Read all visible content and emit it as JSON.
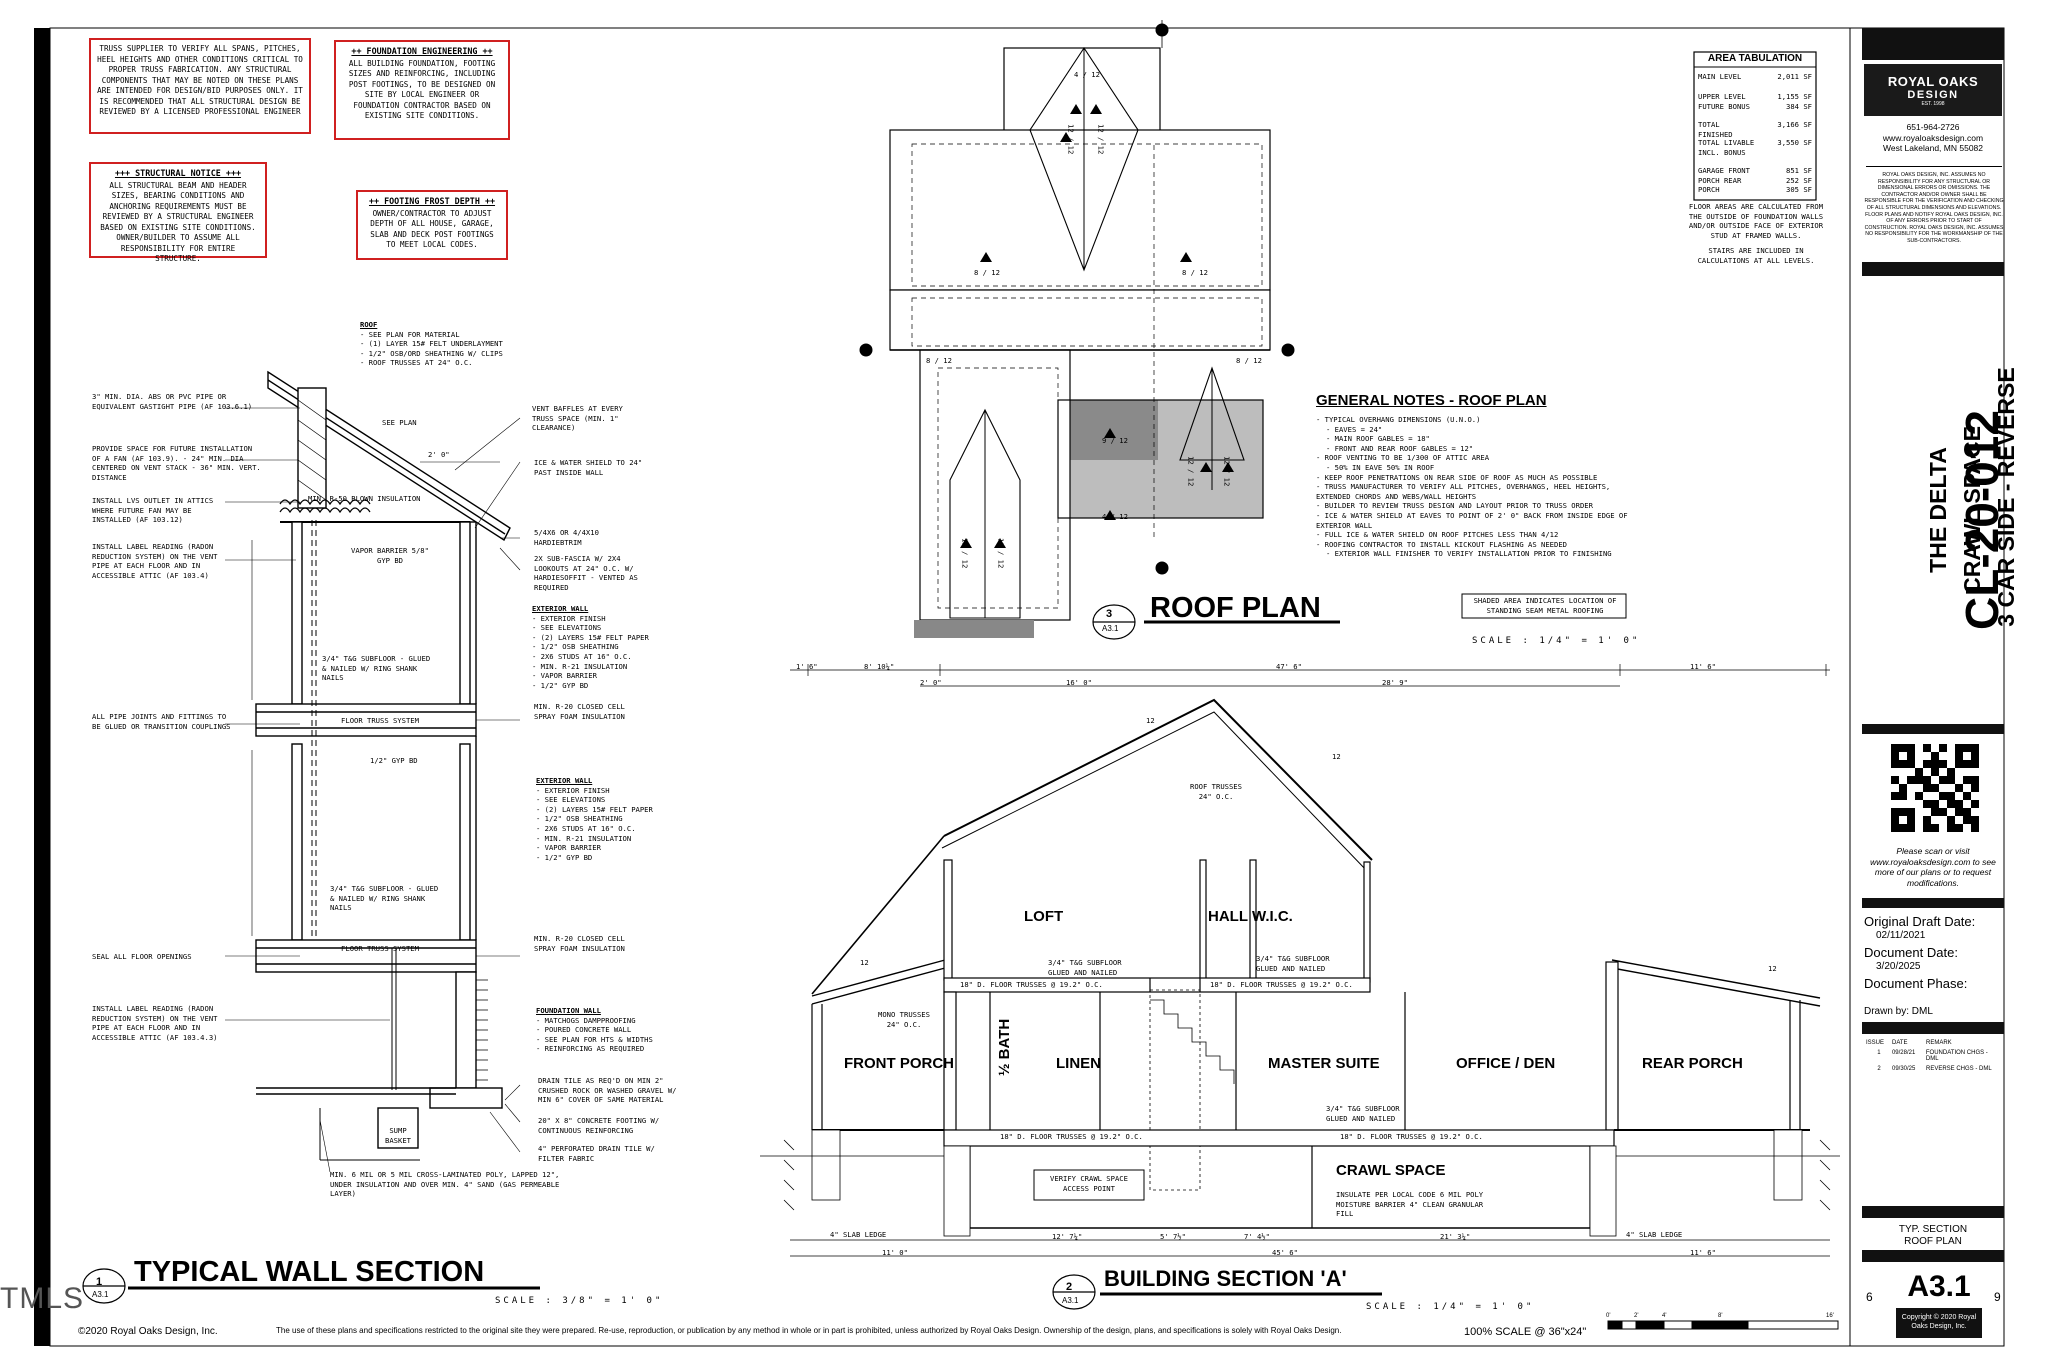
{
  "watermark": "TMLS",
  "notes": {
    "truss": "TRUSS SUPPLIER TO VERIFY ALL SPANS, PITCHES, HEEL HEIGHTS AND OTHER CONDITIONS CRITICAL TO PROPER TRUSS FABRICATION. ANY STRUCTURAL COMPONENTS THAT MAY BE NOTED ON THESE PLANS ARE INTENDED FOR DESIGN/BID PURPOSES ONLY. IT IS RECOMMENDED THAT ALL STRUCTURAL DESIGN BE REVIEWED BY A LICENSED PROFESSIONAL ENGINEER",
    "foundation_title": "++ FOUNDATION ENGINEERING ++",
    "foundation_body": "ALL BUILDING FOUNDATION, FOOTING SIZES AND REINFORCING, INCLUDING POST FOOTINGS, TO BE DESIGNED ON SITE BY LOCAL ENGINEER OR FOUNDATION CONTRACTOR BASED ON EXISTING SITE CONDITIONS.",
    "structural_title": "+++ STRUCTURAL NOTICE +++",
    "structural_body": "ALL STRUCTURAL BEAM AND HEADER SIZES, BEARING CONDITIONS AND ANCHORING REQUIREMENTS MUST BE REVIEWED BY A STRUCTURAL ENGINEER BASED ON EXISTING SITE CONDITIONS. OWNER/BUILDER TO ASSUME ALL RESPONSIBILITY FOR ENTIRE STRUCTURE.",
    "frost_title": "++ FOOTING FROST DEPTH ++",
    "frost_body": "OWNER/CONTRACTOR TO ADJUST DEPTH OF ALL HOUSE, GARAGE, SLAB AND DECK POST FOOTINGS TO MEET LOCAL CODES."
  },
  "wall_section": {
    "title": "TYPICAL WALL SECTION",
    "scale": "SCALE : 3/8\" = 1' 0\"",
    "detail_num": "1",
    "sheet_ref": "A3.1",
    "roof_title": "ROOF",
    "roof_items": [
      "- SEE PLAN FOR MATERIAL",
      "- (1) LAYER 15# FELT UNDERLAYMENT",
      "- 1/2\" OSB/ORD SHEATHING W/ CLIPS",
      "- ROOF TRUSSES AT 24\" O.C."
    ],
    "ext_wall_title": "EXTERIOR WALL",
    "ext_wall_items": [
      "- EXTERIOR FINISH",
      "- SEE ELEVATIONS",
      "- (2) LAYERS 15# FELT PAPER",
      "- 1/2\" OSB SHEATHING",
      "- 2X6 STUDS AT 16\" O.C.",
      "- MIN. R-21 INSULATION",
      "- VAPOR BARRIER",
      "- 1/2\" GYP BD"
    ],
    "foundation_wall_title": "FOUNDATION WALL",
    "foundation_wall_items": [
      "- MATCHOGS DAMPPROOFING",
      "- POURED CONCRETE WALL",
      "- SEE PLAN FOR HTS & WIDTHS",
      "- REINFORCING AS REQUIRED"
    ],
    "left_notes": [
      "3\" MIN. DIA. ABS OR PVC PIPE OR EQUIVALENT GASTIGHT PIPE (AF 103.6.1)",
      "PROVIDE SPACE FOR FUTURE INSTALLATION OF A FAN (AF 103.9). - 24\" MIN. DIA CENTERED ON VENT STACK - 36\" MIN. VERT. DISTANCE",
      "INSTALL LVS OUTLET IN ATTICS WHERE FUTURE FAN MAY BE INSTALLED (AF 103.12)",
      "INSTALL LABEL READING (RADON REDUCTION SYSTEM) ON THE VENT PIPE AT EACH FLOOR AND IN ACCESSIBLE ATTIC (AF 103.4)",
      "ALL PIPE JOINTS AND FITTINGS TO BE GLUED OR TRANSITION COUPLINGS",
      "SEAL ALL FLOOR OPENINGS",
      "INSTALL LABEL READING (RADON REDUCTION SYSTEM) ON THE VENT PIPE AT EACH FLOOR AND IN ACCESSIBLE ATTIC (AF 103.4.3)"
    ],
    "right_notes": [
      "VENT BAFFLES AT EVERY TRUSS SPACE (MIN. 1\" CLEARANCE)",
      "ICE & WATER SHIELD TO 24\" PAST INSIDE WALL",
      "5/4X6 OR 4/4X10 HARDIEBTRIM",
      "2X SUB-FASCIA W/ 2X4 LOOKOUTS AT 24\" O.C. W/ HARDIESOFFIT - VENTED AS REQUIRED",
      "MIN. R-20 CLOSED CELL SPRAY FOAM INSULATION",
      "MIN. R-20 CLOSED CELL SPRAY FOAM INSULATION",
      "DRAIN TILE AS REQ'D ON MIN 2\" CRUSHED ROCK OR WASHED GRAVEL W/ MIN 6\" COVER OF SAME MATERIAL",
      "20\" X 8\" CONCRETE FOOTING W/ CONTINUOUS REINFORCING",
      "4\" PERFORATED DRAIN TILE W/ FILTER FABRIC"
    ],
    "inner_labels": {
      "blown": "MIN. R-50 BLOWN INSULATION",
      "vapor": "VAPOR BARRIER 5/8\" GYP BD",
      "subfloor1": "3/4\" T&G SUBFLOOR - GLUED & NAILED W/ RING SHANK NAILS",
      "floor_truss": "FLOOR TRUSS SYSTEM",
      "gyp": "1/2\" GYP BD",
      "subfloor2": "3/4\" T&G SUBFLOOR - GLUED & NAILED W/ RING SHANK NAILS",
      "floor_truss2": "FLOOR TRUSS SYSTEM",
      "sump": "SUMP BASKET",
      "poly": "MIN. 6 MIL OR 5 MIL CROSS-LAMINATED POLY, LAPPED 12\", UNDER INSULATION AND OVER MIN. 4\" SAND (GAS PERMEABLE LAYER)",
      "dim_2": "2' 0\"",
      "see_plan": "SEE PLAN"
    }
  },
  "roof_plan": {
    "title": "ROOF PLAN",
    "detail_num": "3",
    "sheet_ref": "A3.1",
    "scale": "SCALE : 1/4\" = 1' 0\"",
    "pitches": [
      "4 / 12",
      "12 / 12",
      "12 / 12",
      "8 / 12",
      "8 / 12",
      "8 / 12",
      "8 / 12",
      "9 / 12",
      "4 / 12",
      "12 / 12",
      "12 / 12",
      "12 / 12",
      "12 / 12"
    ],
    "shaded_note": "SHADED AREA INDICATES LOCATION OF STANDING SEAM METAL ROOFING",
    "general_title": "GENERAL NOTES - ROOF PLAN",
    "general_items": [
      "- TYPICAL OVERHANG DIMENSIONS (U.N.O.)",
      "- EAVES = 24\"",
      "- MAIN ROOF GABLES = 18\"",
      "- FRONT AND REAR ROOF GABLES = 12\"",
      "- ROOF VENTING TO BE 1/300 OF ATTIC AREA",
      "- 50% IN EAVE 50% IN ROOF",
      "- KEEP ROOF PENETRATIONS ON REAR SIDE OF ROOF AS MUCH AS POSSIBLE",
      "- TRUSS MANUFACTURER TO VERIFY ALL PITCHES, OVERHANGS, HEEL HEIGHTS, EXTENDED CHORDS AND WEBS/WALL HEIGHTS",
      "- BUILDER TO REVIEW TRUSS DESIGN AND LAYOUT PRIOR TO TRUSS ORDER",
      "- ICE & WATER SHIELD AT EAVES TO POINT OF 2' 0\" BACK FROM INSIDE EDGE OF EXTERIOR WALL",
      "- FULL ICE & WATER SHIELD ON ROOF PITCHES LESS THAN 4/12",
      "- ROOFING CONTRACTOR TO INSTALL KICKOUT FLASHING AS NEEDED",
      "- EXTERIOR WALL FINISHER TO VERIFY INSTALLATION PRIOR TO FINISHING"
    ]
  },
  "area_tab": {
    "title": "AREA TABULATION",
    "rows": [
      {
        "label": "MAIN LEVEL",
        "value": "2,011 SF"
      },
      {
        "label": "UPPER LEVEL FUTURE BONUS",
        "value": "1,155 SF 384 SF"
      },
      {
        "label": "TOTAL FINISHED",
        "value": "3,166 SF"
      },
      {
        "label": "TOTAL LIVABLE INCL. BONUS",
        "value": "3,550 SF"
      },
      {
        "label": "GARAGE FRONT PORCH REAR PORCH",
        "value": "851 SF 252 SF 305 SF"
      }
    ],
    "note1": "FLOOR AREAS ARE CALCULATED FROM THE OUTSIDE OF FOUNDATION WALLS AND/OR OUTSIDE FACE OF EXTERIOR STUD AT FRAMED WALLS.",
    "note2": "STAIRS ARE INCLUDED IN CALCULATIONS AT ALL LEVELS."
  },
  "building_section": {
    "title": "BUILDING SECTION  'A'",
    "detail_num": "2",
    "sheet_ref": "A3.1",
    "scale": "SCALE : 1/4\" = 1' 0\"",
    "rooms": {
      "loft": "LOFT",
      "hall": "HALL",
      "wic": "W.I.C.",
      "front_porch": "FRONT PORCH",
      "bath": "½ BATH",
      "linen": "LINEN",
      "master": "MASTER SUITE",
      "office": "OFFICE / DEN",
      "rear_porch": "REAR PORCH",
      "crawl": "CRAWL SPACE"
    },
    "top_dims": [
      "1' 6\"",
      "8' 10¼\"",
      "47' 6\"",
      "11' 6\"",
      "2' 0\"",
      "16' 0\"",
      "28' 9\""
    ],
    "bottom_dims": [
      "11' 0\"",
      "12' 7¼\"",
      "5' 7½\"",
      "7' 4½\"",
      "21' 3¼\"",
      "45' 6\"",
      "11' 6\""
    ],
    "labels": {
      "roof_trusses": "ROOF TRUSSES 24\" O.C.",
      "mono_trusses": "MONO TRUSSES 24\" O.C.",
      "floor_trusses": "18\" D. FLOOR TRUSSES @ 19.2\" O.C.",
      "subfloor": "3/4\" T&G SUBFLOOR GLUED AND NAILED",
      "crawl_access": "VERIFY CRAWL SPACE ACCESS POINT",
      "crawl_note": "INSULATE PER LOCAL CODE 6 MIL POLY MOISTURE BARRIER 4\" CLEAN GRANULAR FILL",
      "slab_ledge": "4\" SLAB LEDGE",
      "pitch12": "12"
    }
  },
  "title_block": {
    "company": "ROYAL OAKS",
    "company2": "DESIGN",
    "est": "EST. 1998",
    "phone": "651-964-2726",
    "web": "www.royaloaksdesign.com",
    "city": "West Lakeland, MN 55082",
    "disclaimer": "ROYAL OAKS DESIGN, INC. ASSUMES NO RESPONSIBILITY FOR ANY STRUCTURAL OR DIMENSIONAL ERRORS OR OMISSIONS. THE CONTRACTOR AND/OR OWNER SHALL BE RESPONSIBLE FOR THE VERIFICATION AND CHECKING OF ALL STRUCTURAL DIMENSIONS AND ELEVATIONS. FLOOR PLANS AND NOTIFY ROYAL OAKS DESIGN, INC. OF ANY ERRORS PRIOR TO START OF CONSTRUCTION. ROYAL OAKS DESIGN, INC. ASSUMES NO RESPONSIBILITY FOR THE WORKMANSHIP OF THE SUB-CONTRACTORS.",
    "plan_number": "CL-20-012",
    "plan_name": "THE DELTA",
    "plan_line2": "CRAWL SPACE",
    "plan_line3": "3 CAR SIDE - REVERSE",
    "scan_note": "Please scan or visit www.royaloaksdesign.com to see more of our plans or to request modifications.",
    "orig_draft_label": "Original Draft Date:",
    "orig_draft": "02/11/2021",
    "doc_date_label": "Document Date:",
    "doc_date": "3/20/2025",
    "doc_phase_label": "Document Phase:",
    "drawn_by_label": "Drawn by:",
    "drawn_by": "DML",
    "issue_headers": [
      "ISSUE",
      "DATE",
      "REMARK"
    ],
    "issues": [
      {
        "n": "1",
        "date": "09/28/21",
        "remark": "FOUNDATION CHGS - DML"
      },
      {
        "n": "2",
        "date": "09/30/25",
        "remark": "REVERSE CHGS - DML"
      }
    ],
    "sheet_desc": "TYP. SECTION ROOF PLAN",
    "sheet_num": "A3.1",
    "page_left": "6",
    "page_right": "9",
    "copyright": "Copyright © 2020 Royal Oaks Design, Inc."
  },
  "footer": {
    "copyright": "©2020 Royal Oaks Design, Inc.",
    "legal": "The use of these plans and specifications restricted to the original site they were prepared. Re-use, reproduction, or publication by any method in whole or in part is prohibited, unless authorized by Royal Oaks Design. Ownership of the design, plans, and specifications is solely with Royal Oaks Design.",
    "scale": "100% SCALE @ 36\"x24\"",
    "scale_ticks": [
      "0'",
      "2'",
      "4'",
      "8'",
      "16'"
    ]
  }
}
